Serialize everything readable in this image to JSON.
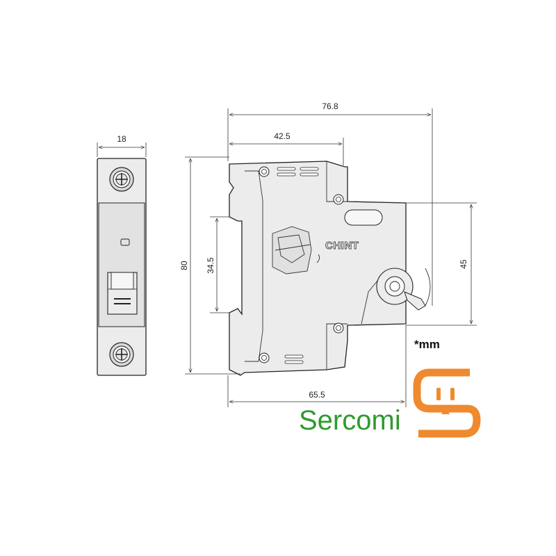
{
  "dimensions": {
    "width_front": "18",
    "height_total": "80",
    "rail_height": "34.5",
    "depth_total": "76.8",
    "depth_rail_to_face": "42.5",
    "depth_body": "65.5",
    "face_height": "45"
  },
  "product": {
    "brand_marking": "CHINT",
    "unit_note": "*mm"
  },
  "watermark": {
    "text": "Sercomi",
    "text_color": "#2e9b2e",
    "logo_color": "#ef8a2f"
  }
}
